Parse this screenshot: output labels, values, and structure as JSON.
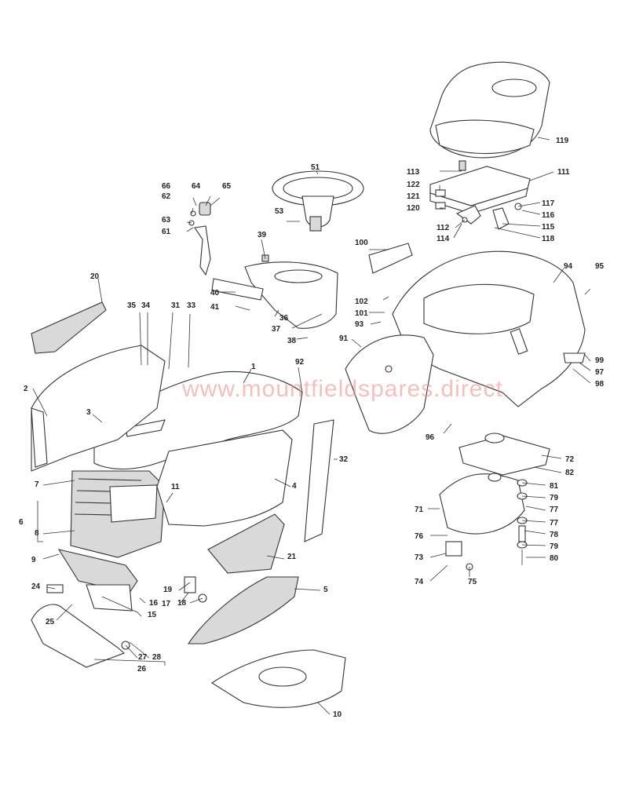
{
  "watermark": "www.mountfieldspares.direct",
  "callouts": [
    {
      "id": "c1",
      "text": "1"
    },
    {
      "id": "c2",
      "text": "2"
    },
    {
      "id": "c3",
      "text": "3"
    },
    {
      "id": "c4",
      "text": "4"
    },
    {
      "id": "c5",
      "text": "5"
    },
    {
      "id": "c6",
      "text": "6"
    },
    {
      "id": "c7",
      "text": "7"
    },
    {
      "id": "c8",
      "text": "8"
    },
    {
      "id": "c9",
      "text": "9"
    },
    {
      "id": "c10",
      "text": "10"
    },
    {
      "id": "c11",
      "text": "11"
    },
    {
      "id": "c15",
      "text": "15"
    },
    {
      "id": "c16",
      "text": "16"
    },
    {
      "id": "c17",
      "text": "17"
    },
    {
      "id": "c18",
      "text": "18"
    },
    {
      "id": "c19",
      "text": "19"
    },
    {
      "id": "c20",
      "text": "20"
    },
    {
      "id": "c21",
      "text": "21"
    },
    {
      "id": "c24",
      "text": "24"
    },
    {
      "id": "c25",
      "text": "25"
    },
    {
      "id": "c26",
      "text": "26"
    },
    {
      "id": "c27",
      "text": "27"
    },
    {
      "id": "c28",
      "text": "28"
    },
    {
      "id": "c31",
      "text": "31"
    },
    {
      "id": "c32",
      "text": "32"
    },
    {
      "id": "c33",
      "text": "33"
    },
    {
      "id": "c34",
      "text": "34"
    },
    {
      "id": "c35",
      "text": "35"
    },
    {
      "id": "c36",
      "text": "36"
    },
    {
      "id": "c37",
      "text": "37"
    },
    {
      "id": "c38",
      "text": "38"
    },
    {
      "id": "c39",
      "text": "39"
    },
    {
      "id": "c40",
      "text": "40"
    },
    {
      "id": "c41",
      "text": "41"
    },
    {
      "id": "c51",
      "text": "51"
    },
    {
      "id": "c53",
      "text": "53"
    },
    {
      "id": "c61",
      "text": "61"
    },
    {
      "id": "c62",
      "text": "62"
    },
    {
      "id": "c63",
      "text": "63"
    },
    {
      "id": "c64",
      "text": "64"
    },
    {
      "id": "c65",
      "text": "65"
    },
    {
      "id": "c66",
      "text": "66"
    },
    {
      "id": "c71",
      "text": "71"
    },
    {
      "id": "c72",
      "text": "72"
    },
    {
      "id": "c73",
      "text": "73"
    },
    {
      "id": "c74",
      "text": "74"
    },
    {
      "id": "c75",
      "text": "75"
    },
    {
      "id": "c76",
      "text": "76"
    },
    {
      "id": "c77a",
      "text": "77"
    },
    {
      "id": "c77b",
      "text": "77"
    },
    {
      "id": "c78",
      "text": "78"
    },
    {
      "id": "c79a",
      "text": "79"
    },
    {
      "id": "c79b",
      "text": "79"
    },
    {
      "id": "c80",
      "text": "80"
    },
    {
      "id": "c81",
      "text": "81"
    },
    {
      "id": "c82",
      "text": "82"
    },
    {
      "id": "c91",
      "text": "91"
    },
    {
      "id": "c92",
      "text": "92"
    },
    {
      "id": "c93",
      "text": "93"
    },
    {
      "id": "c94",
      "text": "94"
    },
    {
      "id": "c95",
      "text": "95"
    },
    {
      "id": "c96",
      "text": "96"
    },
    {
      "id": "c97",
      "text": "97"
    },
    {
      "id": "c98",
      "text": "98"
    },
    {
      "id": "c99",
      "text": "99"
    },
    {
      "id": "c100",
      "text": "100"
    },
    {
      "id": "c101",
      "text": "101"
    },
    {
      "id": "c102",
      "text": "102"
    },
    {
      "id": "c111",
      "text": "111"
    },
    {
      "id": "c112",
      "text": "112"
    },
    {
      "id": "c113",
      "text": "113"
    },
    {
      "id": "c114",
      "text": "114"
    },
    {
      "id": "c115",
      "text": "115"
    },
    {
      "id": "c116",
      "text": "116"
    },
    {
      "id": "c117",
      "text": "117"
    },
    {
      "id": "c118",
      "text": "118"
    },
    {
      "id": "c119",
      "text": "119"
    },
    {
      "id": "c120",
      "text": "120"
    },
    {
      "id": "c121",
      "text": "121"
    },
    {
      "id": "c122",
      "text": "122"
    }
  ]
}
